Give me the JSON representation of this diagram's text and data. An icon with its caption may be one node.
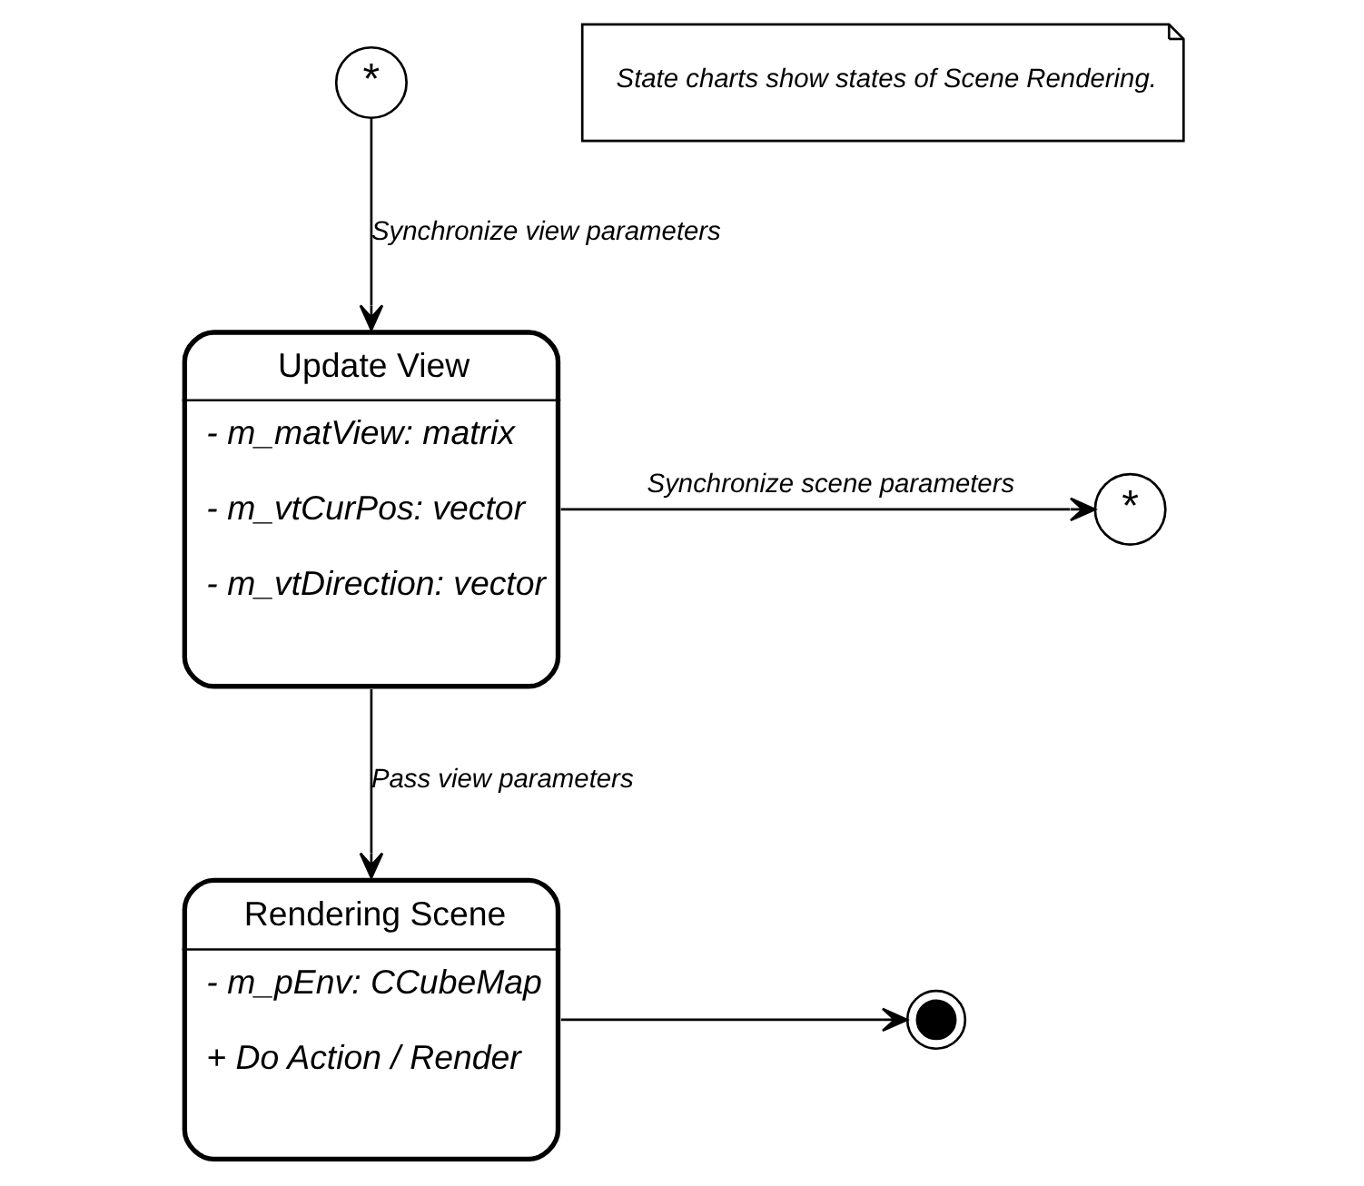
{
  "diagram": {
    "nodes": [
      {
        "text": [
          "*"
        ]
      },
      {
        "text": [
          "Update View",
          "- m_matView: matrix",
          "- m_vtCurPos: vector",
          "- m_vtDirection: vector"
        ]
      },
      {
        "text": [
          "*"
        ]
      },
      {
        "text": [
          "Rendering Scene",
          "- m_pEnv: CCubeMap",
          "+ Do Action / Render"
        ]
      },
      {
        "text": [],
        "shape": "circle"
      },
      {
        "text": [
          "State charts show states of Scene Rendering."
        ]
      }
    ],
    "edges": [
      {
        "from": 0,
        "to": 1,
        "arrow": "to",
        "label": "Synchronize view parameters"
      },
      {
        "from": 1,
        "to": 2,
        "arrow": "to",
        "label": "Synchronize scene parameters"
      },
      {
        "from": 1,
        "to": 3,
        "arrow": "to",
        "label": "Pass view parameters"
      },
      {
        "from": 3,
        "to": 4,
        "arrow": "to"
      }
    ]
  }
}
